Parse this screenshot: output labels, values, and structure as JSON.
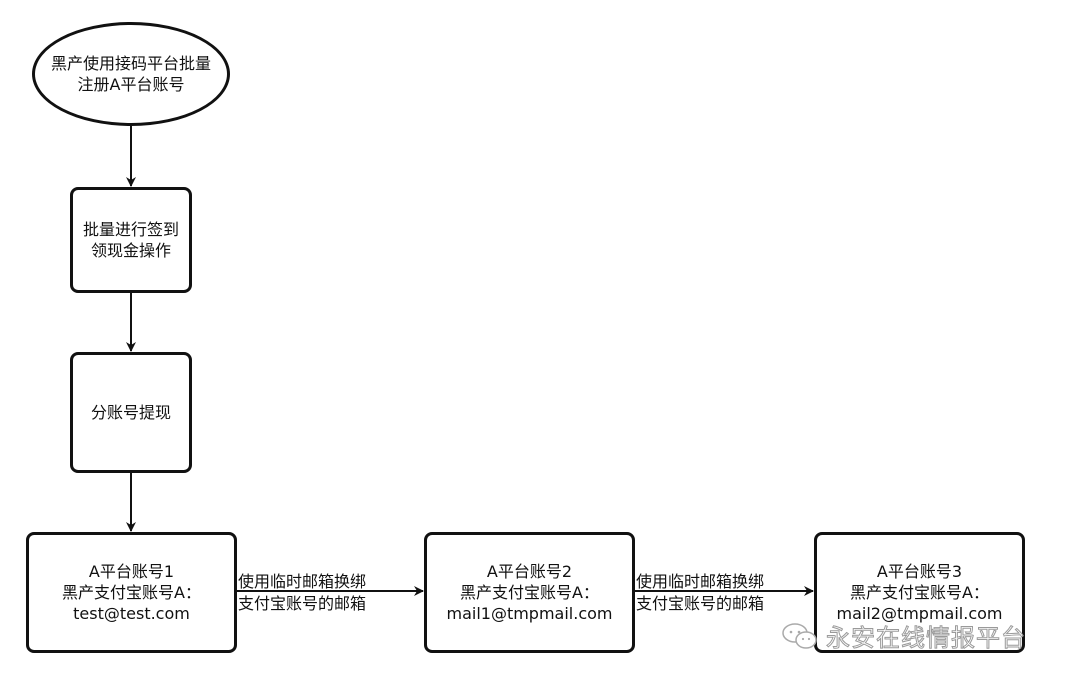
{
  "diagram": {
    "type": "flowchart",
    "nodes": [
      {
        "id": "start",
        "shape": "terminal",
        "lines": [
          "黑产使用接码平台批量",
          "注册A平台账号"
        ]
      },
      {
        "id": "checkin",
        "shape": "process",
        "lines": [
          "批量进行签到",
          "领现金操作"
        ]
      },
      {
        "id": "withdraw",
        "shape": "process",
        "lines": [
          "分账号提现"
        ]
      },
      {
        "id": "account1",
        "shape": "process",
        "lines": [
          "A平台账号1",
          "黑产支付宝账号A：",
          "test@test.com"
        ]
      },
      {
        "id": "account2",
        "shape": "process",
        "lines": [
          "A平台账号2",
          "黑产支付宝账号A：",
          "mail1@tmpmail.com"
        ]
      },
      {
        "id": "account3",
        "shape": "process",
        "lines": [
          "A平台账号3",
          "黑产支付宝账号A：",
          "mail2@tmpmail.com"
        ]
      }
    ],
    "edges": [
      {
        "from": "start",
        "to": "checkin",
        "label": []
      },
      {
        "from": "checkin",
        "to": "withdraw",
        "label": []
      },
      {
        "from": "withdraw",
        "to": "account1",
        "label": []
      },
      {
        "from": "account1",
        "to": "account2",
        "label": [
          "使用临时邮箱换绑",
          "支付宝账号的邮箱"
        ]
      },
      {
        "from": "account2",
        "to": "account3",
        "label": [
          "使用临时邮箱换绑",
          "支付宝账号的邮箱"
        ]
      }
    ]
  },
  "watermark": {
    "icon": "wechat-icon",
    "text": "永安在线情报平台"
  },
  "colors": {
    "stroke": "#111111",
    "background": "#ffffff",
    "watermark": "#9a9a9a"
  }
}
